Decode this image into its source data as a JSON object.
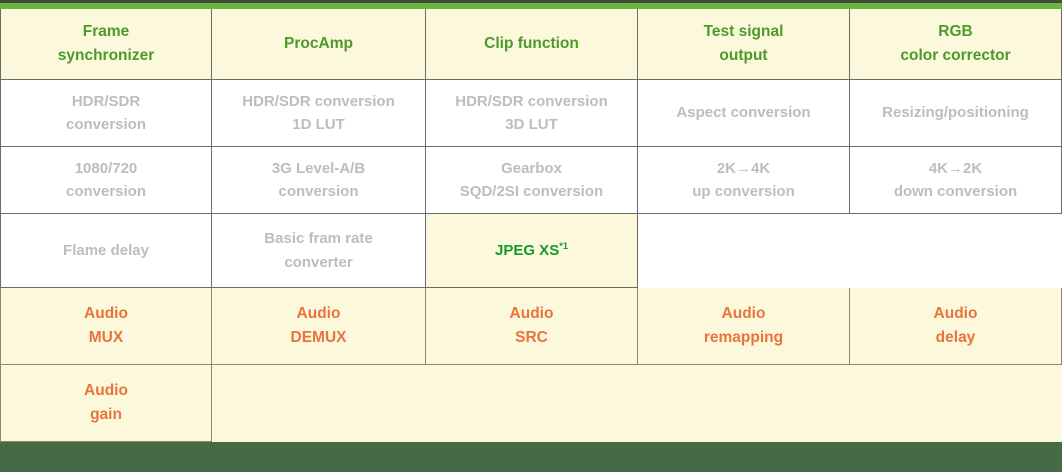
{
  "theme": {
    "backdrop_green": "#456b46",
    "accent_green_bar": "#6cb33f",
    "accent_orange_bar": "#f4a460",
    "header_text_green": "#4c9a2a",
    "highlight_text_green": "#15992f",
    "audio_text_orange": "#e8743b",
    "cell_cream": "#fcf8dc",
    "cell_white": "#ffffff",
    "disabled_text_gray": "#bdbdbd",
    "border_gray": "#6b6b6b"
  },
  "table": {
    "columns": [
      {
        "id": "frame-synchronizer",
        "line1": "Frame",
        "line2": "synchronizer"
      },
      {
        "id": "procamp",
        "line1": "ProcAmp",
        "line2": ""
      },
      {
        "id": "clip-function",
        "line1": "Clip function",
        "line2": ""
      },
      {
        "id": "test-signal-output",
        "line1": "Test signal",
        "line2": "output"
      },
      {
        "id": "rgb-color-corrector",
        "line1": "RGB",
        "line2": "color corrector"
      }
    ],
    "rows": [
      {
        "id": "row-hdr-sdr",
        "kind": "feature",
        "cells": [
          {
            "id": "hdr-sdr-conversion",
            "line1": "HDR/SDR",
            "line2": "conversion",
            "state": "normal"
          },
          {
            "id": "hdr-sdr-conversion-1d-lut",
            "line1": "HDR/SDR conversion",
            "line2": "1D LUT",
            "state": "normal"
          },
          {
            "id": "hdr-sdr-conversion-3d-lut",
            "line1": "HDR/SDR conversion",
            "line2": "3D LUT",
            "state": "normal"
          },
          {
            "id": "aspect-conversion",
            "line1": "Aspect conversion",
            "line2": "",
            "state": "normal"
          },
          {
            "id": "resizing-positioning",
            "line1": "Resizing/positioning",
            "line2": "",
            "state": "normal"
          }
        ]
      },
      {
        "id": "row-format-conversion",
        "kind": "feature",
        "cells": [
          {
            "id": "1080-720-conversion",
            "line1": "1080/720",
            "line2": "conversion",
            "state": "normal"
          },
          {
            "id": "3g-level-ab-conversion",
            "line1": "3G Level-A/B",
            "line2": "conversion",
            "state": "normal"
          },
          {
            "id": "gearbox-sqd-2si-conversion",
            "line1": "Gearbox",
            "line2": "SQD/2SI conversion",
            "state": "normal"
          },
          {
            "id": "2k-to-4k-up-conversion",
            "line1": "2K→4K",
            "line2": "up conversion",
            "state": "normal"
          },
          {
            "id": "4k-to-2k-down-conversion",
            "line1": "4K→2K",
            "line2": "down conversion",
            "state": "normal"
          }
        ]
      },
      {
        "id": "row-delay-framerate-jpegxs",
        "kind": "feature-partial",
        "cells": [
          {
            "id": "flame-delay",
            "line1": "Flame delay",
            "line2": "",
            "state": "normal"
          },
          {
            "id": "basic-frame-rate-converter",
            "line1": "Basic fram rate",
            "line2": "converter",
            "state": "normal"
          },
          {
            "id": "jpeg-xs",
            "line1": "JPEG XS",
            "line2": "",
            "state": "highlight",
            "superscript": "*1"
          },
          {
            "id": "blank-cell-1",
            "line1": "",
            "line2": "",
            "state": "empty"
          },
          {
            "id": "blank-cell-2",
            "line1": "",
            "line2": "",
            "state": "empty"
          }
        ]
      },
      {
        "id": "row-audio-primary",
        "kind": "audio",
        "cells": [
          {
            "id": "audio-mux",
            "line1": "Audio",
            "line2": "MUX",
            "state": "normal"
          },
          {
            "id": "audio-demux",
            "line1": "Audio",
            "line2": "DEMUX",
            "state": "normal"
          },
          {
            "id": "audio-src",
            "line1": "Audio",
            "line2": "SRC",
            "state": "normal"
          },
          {
            "id": "audio-remapping",
            "line1": "Audio",
            "line2": "remapping",
            "state": "normal"
          },
          {
            "id": "audio-delay",
            "line1": "Audio",
            "line2": "delay",
            "state": "normal"
          }
        ]
      },
      {
        "id": "row-audio-gain",
        "kind": "audio",
        "cells": [
          {
            "id": "audio-gain",
            "line1": "Audio",
            "line2": "gain",
            "state": "normal"
          },
          {
            "id": "blank-cell-3",
            "line1": "",
            "line2": "",
            "state": "empty"
          },
          {
            "id": "blank-cell-4",
            "line1": "",
            "line2": "",
            "state": "empty"
          },
          {
            "id": "blank-cell-5",
            "line1": "",
            "line2": "",
            "state": "empty"
          },
          {
            "id": "blank-cell-6",
            "line1": "",
            "line2": "",
            "state": "empty"
          }
        ]
      }
    ]
  }
}
